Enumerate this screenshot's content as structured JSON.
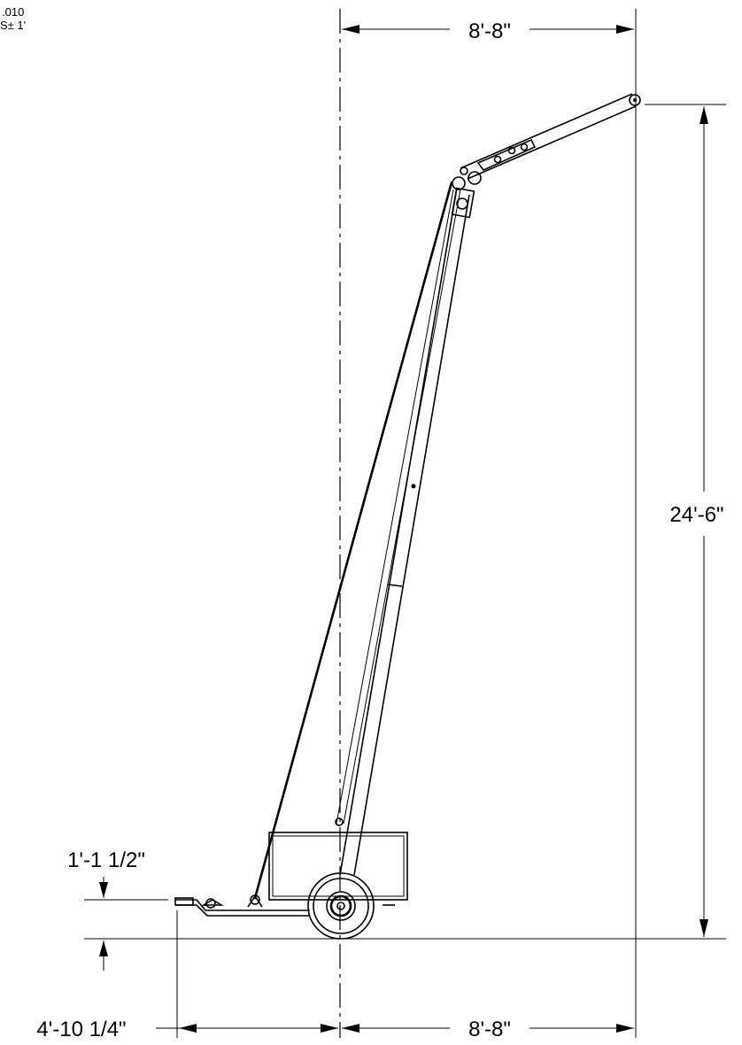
{
  "corner_notes": {
    "line1": ".010",
    "line2": "S± 1'"
  },
  "dimensions": {
    "top_width": "8'-8\"",
    "height": "24'-6\"",
    "ground_clearance": "1'-1 1/2\"",
    "rear_overhang": "4'-10 1/4\"",
    "bottom_width": "8'-8\""
  }
}
